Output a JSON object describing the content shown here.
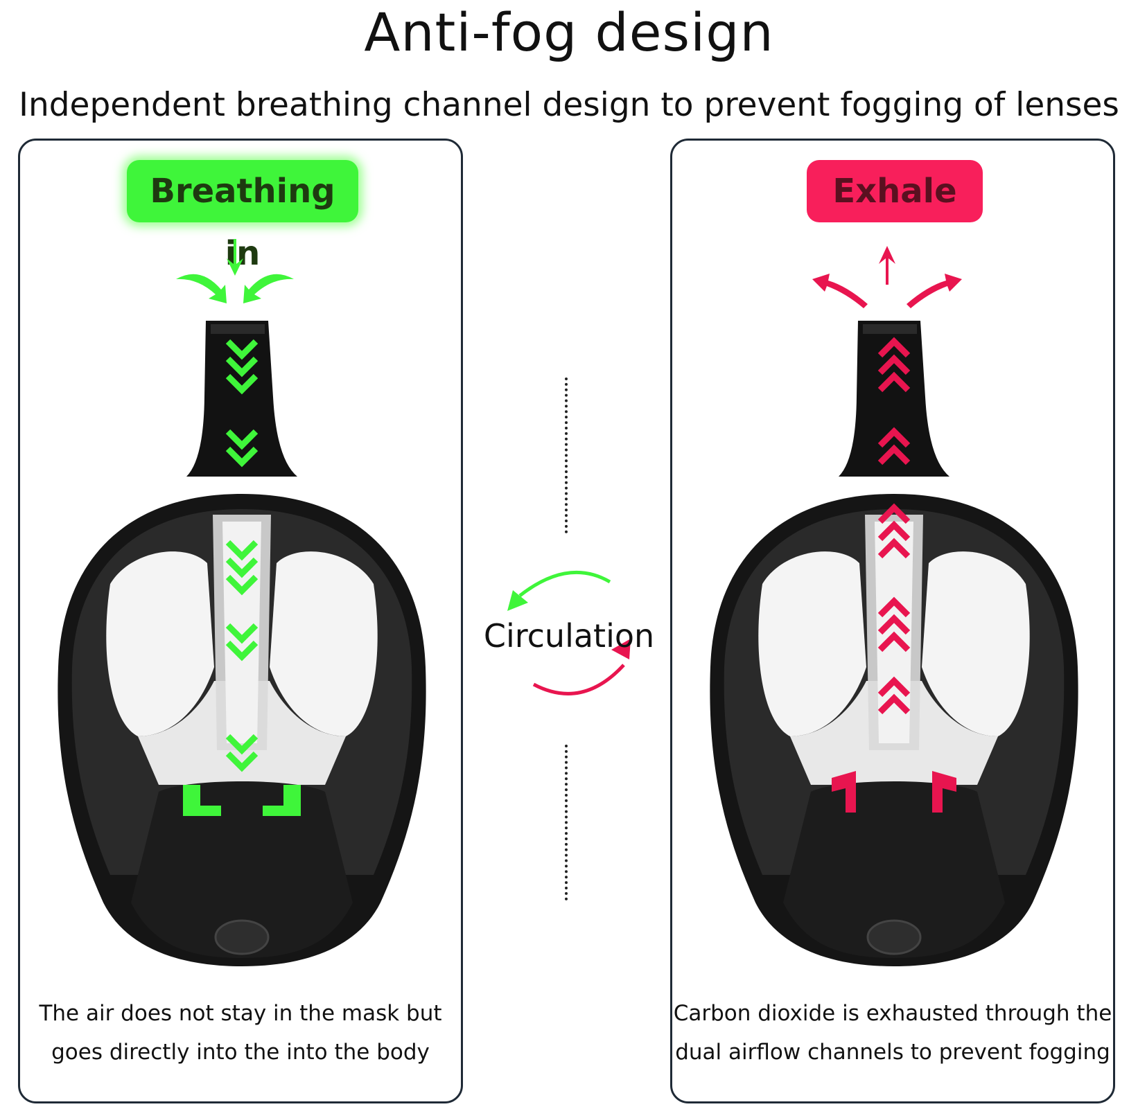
{
  "header": {
    "title": "Anti-fog design",
    "subtitle": "Independent breathing channel design to prevent fogging of lenses"
  },
  "left_panel": {
    "label": "Breathing in",
    "caption_line1": "The air does not stay in the mask but",
    "caption_line2": "goes directly into the into the body",
    "accent_color": "#3ff53a",
    "arrow_icon": "chevron-down-icon"
  },
  "right_panel": {
    "label": "Exhale",
    "caption_line1": "Carbon dioxide is exhausted through the",
    "caption_line2": "dual airflow channels to prevent fogging",
    "accent_color": "#f81f5b",
    "arrow_icon": "chevron-up-icon"
  },
  "center": {
    "label": "Circulation",
    "green_color": "#3ff53a",
    "red_color": "#e8154f"
  },
  "mask_colors": {
    "frame": "#151515",
    "lens": "#2b2b2b",
    "tube": "#d9d9d9"
  }
}
